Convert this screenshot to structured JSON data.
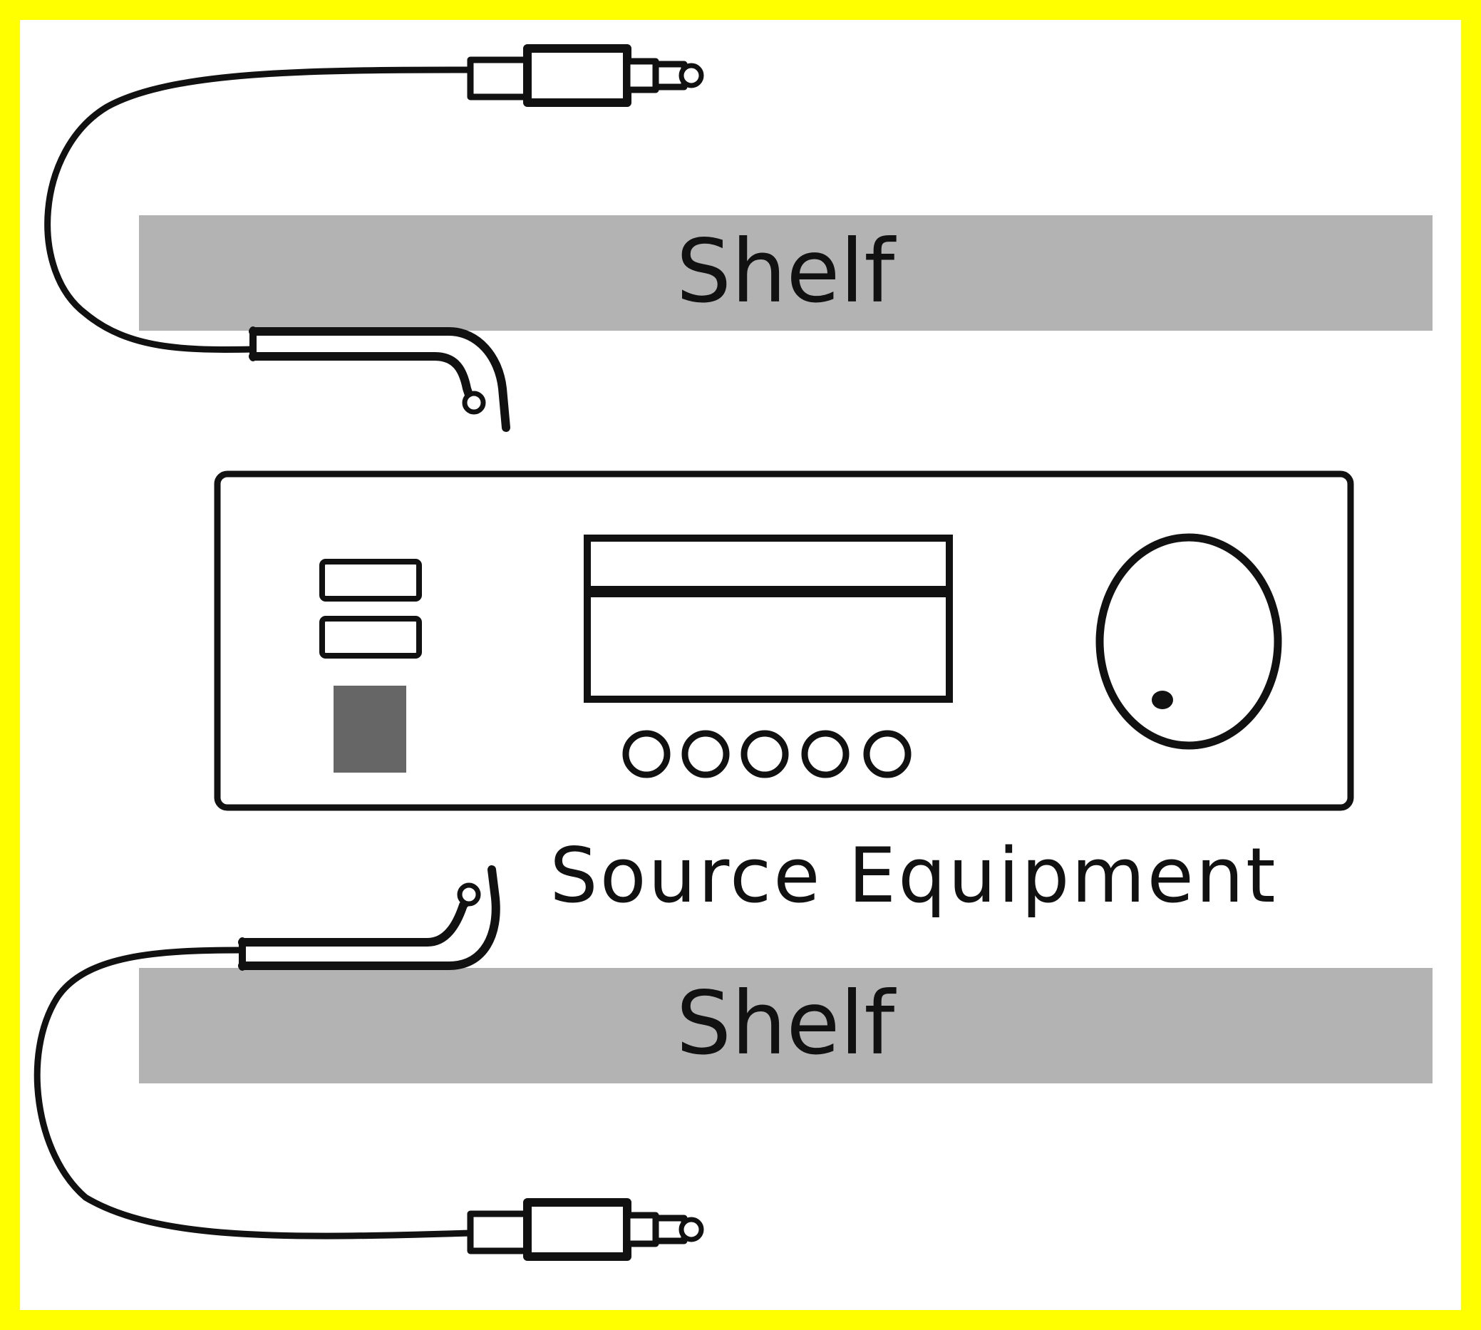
{
  "diagram": {
    "shelf_top_label": "Shelf",
    "shelf_bottom_label": "Shelf",
    "equipment_label": "Source Equipment"
  },
  "colors": {
    "frame": "#ffff00",
    "background": "#ffffff",
    "shelf": "#b3b3b3",
    "ink": "#111111",
    "panel_block": "#666666"
  },
  "icons": {
    "top_cable": "cable-with-rca-plug-icon",
    "bottom_cable": "cable-with-rca-plug-icon",
    "equipment": "audio-receiver-icon",
    "knob": "volume-knob-icon"
  }
}
